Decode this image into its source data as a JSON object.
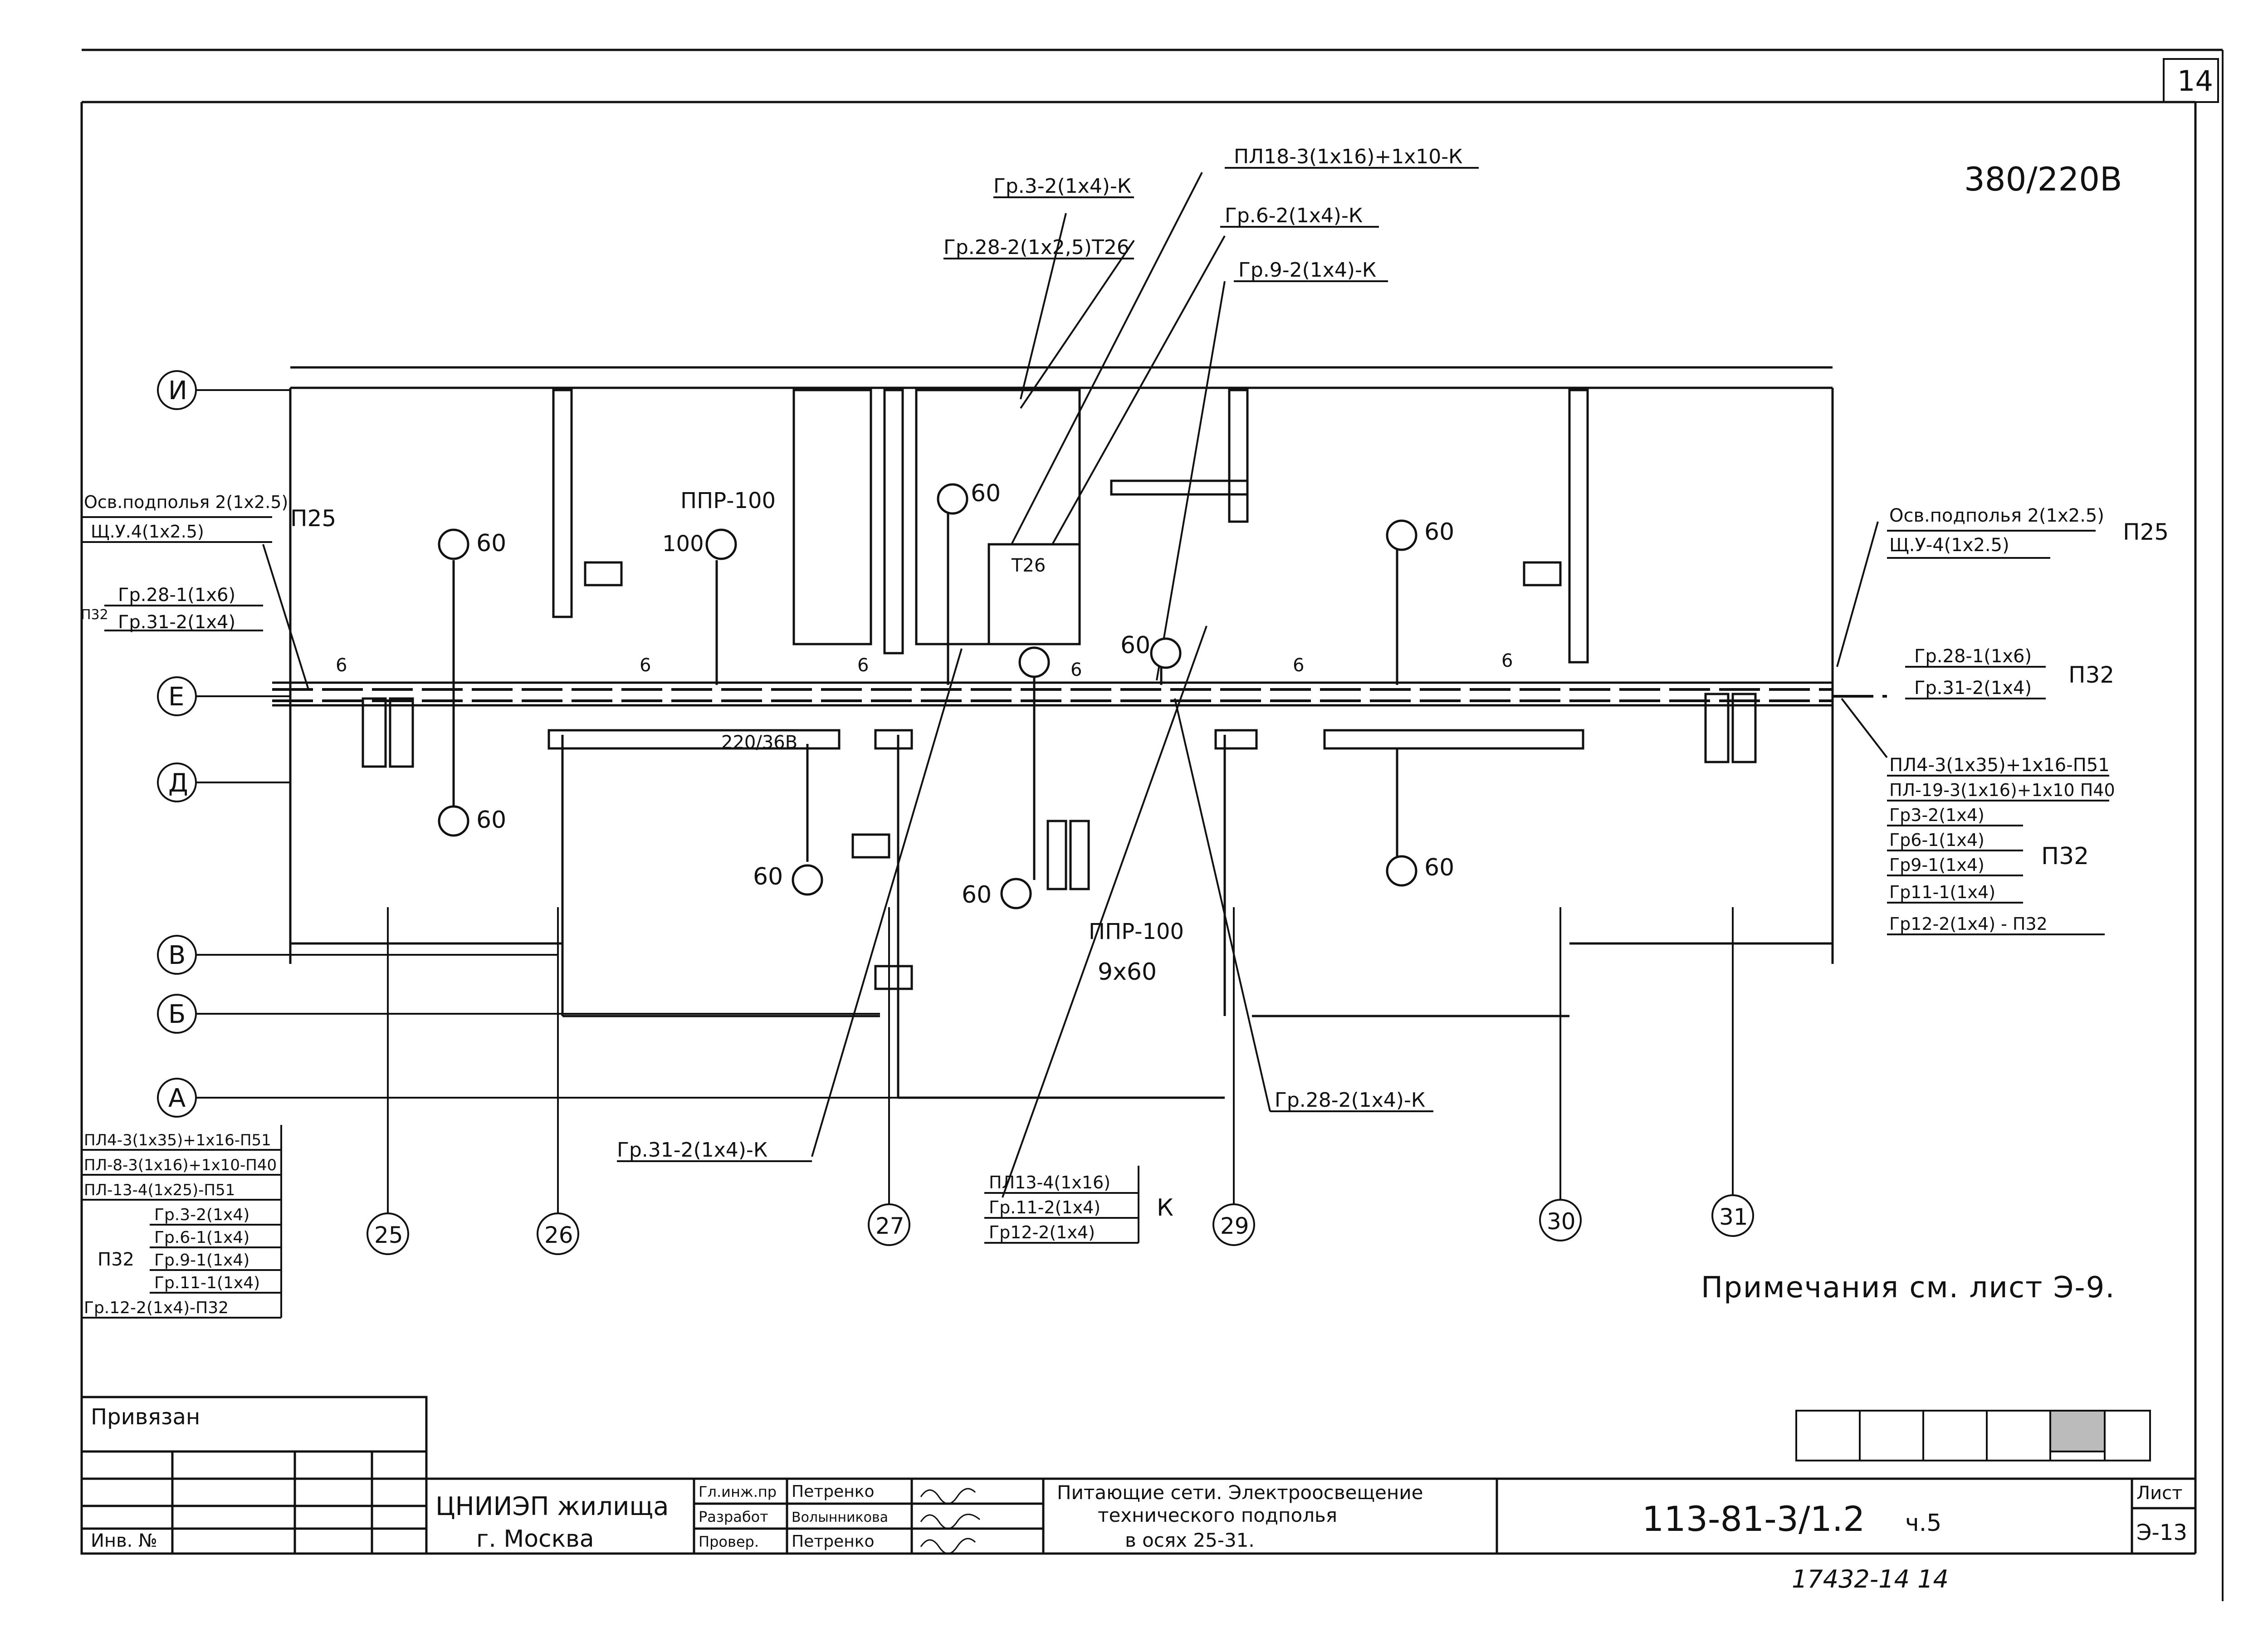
{
  "sheet_number": "14",
  "voltage": "380/220В",
  "axes_rows": [
    "И",
    "Е",
    "Д",
    "В",
    "Б",
    "А"
  ],
  "axes_cols": [
    "25",
    "26",
    "27",
    "29",
    "30",
    "31"
  ],
  "top_cables": [
    "Гр.3-2(1х4)-К",
    "Гр.28-2(1х2,5)Т26",
    "ПЛ18-3(1х16)+1х10-К",
    "Гр.6-2(1х4)-К",
    "Гр.9-2(1х4)-К"
  ],
  "left_panel": {
    "p25": [
      "Осв.подполья 2(1х2.5)",
      "Щ.У.4(1х2.5)"
    ],
    "p25_tag": "П25",
    "p32": [
      "Гр.28-1(1х6)",
      "Гр.31-2(1х4)"
    ],
    "p32_tag": "П32"
  },
  "right_panel": {
    "p25": [
      "Осв.подполья 2(1х2.5)",
      "Щ.У-4(1х2.5)"
    ],
    "p25_tag": "П25",
    "p32": [
      "Гр.28-1(1х6)",
      "Гр.31-2(1х4)"
    ],
    "p32_tag": "П32",
    "feed": [
      "ПЛ4-3(1х35)+1х16-П51",
      "ПЛ-19-3(1х16)+1х10 П40"
    ],
    "groups": [
      "Гр3-2(1х4)",
      "Гр6-1(1х4)",
      "Гр9-1(1х4)",
      "Гр11-1(1х4)"
    ],
    "groups_tag": "П32",
    "last": "Гр12-2(1х4) - П32"
  },
  "bottom_left": {
    "feed": [
      "ПЛ4-3(1х35)+1х16-П51",
      "ПЛ-8-3(1х16)+1х10-П40",
      "ПЛ-13-4(1х25)-П51"
    ],
    "groups": [
      "Гр.3-2(1х4)",
      "Гр.6-1(1х4)",
      "Гр.9-1(1х4)",
      "Гр.11-1(1х4)"
    ],
    "groups_tag": "П32",
    "last": "Гр.12-2(1х4)-П32"
  },
  "bottom_mid": {
    "lines": [
      "ПЛ13-4(1х16)",
      "Гр.11-2(1х4)",
      "Гр12-2(1х4)"
    ],
    "tag": "К"
  },
  "callouts": {
    "gr31": "Гр.31-2(1х4)-К",
    "gr28": "Гр.28-2(1х4)-К"
  },
  "fixtures": {
    "ppr1": "ППР-100",
    "ppr1_val": "100",
    "ppr2": "ППР-100",
    "ppr2_val": "9х60",
    "lamp": "60",
    "six": "6",
    "t26a": "Т26",
    "socket": "220/36В"
  },
  "note": "Примечания см. лист Э-9.",
  "title_block": {
    "privyazan": "Привязан",
    "inv": "Инв. №",
    "org1": "ЦНИИЭП жилища",
    "org2": "г. Москва",
    "roles": [
      "Гл.инж.пр",
      "Разработ",
      "Провер."
    ],
    "names": [
      "Петренко",
      "Волынникова",
      "Петренко"
    ],
    "title_lines": [
      "Питающие сети. Электроосвещение",
      "технического подполья",
      "в осях 25-31."
    ],
    "code": "113-81-3/1.2",
    "part": "ч.5",
    "list_label": "Лист",
    "list_value": "Э-13",
    "bottom_code": "17432-14 14"
  }
}
